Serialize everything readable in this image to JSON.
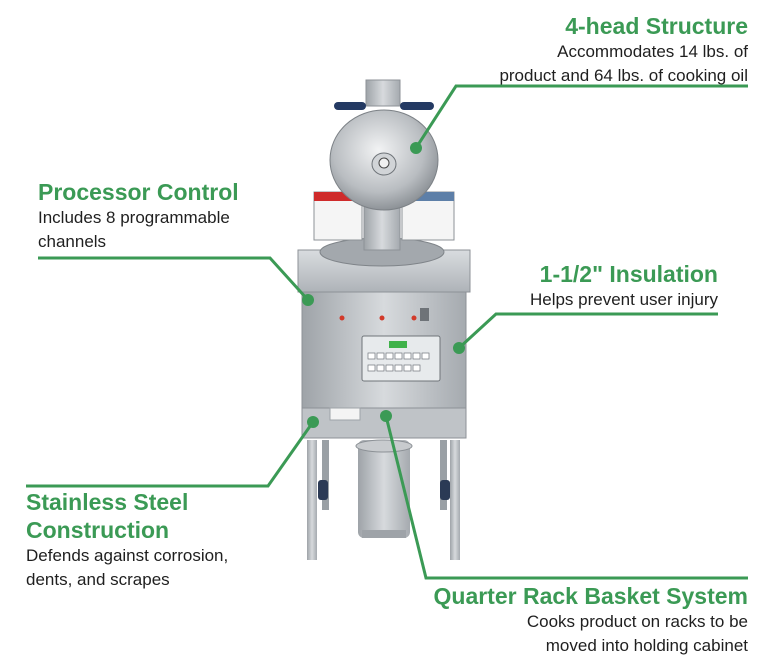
{
  "features": {
    "structure": {
      "title": "4-head Structure",
      "desc_line1": "Accommodates 14 lbs. of",
      "desc_line2": "product and 64 lbs. of cooking oil"
    },
    "processor": {
      "title": "Processor Control",
      "desc_line1": "Includes 8 programmable",
      "desc_line2": "channels"
    },
    "insulation": {
      "title": "1-1/2\" Insulation",
      "desc_line1": "Helps prevent user injury"
    },
    "steel": {
      "title_line1": "Stainless Steel",
      "title_line2": "Construction",
      "desc_line1": "Defends against corrosion,",
      "desc_line2": "dents, and scrapes"
    },
    "basket": {
      "title": "Quarter Rack Basket System",
      "desc_line1": "Cooks product on racks to be",
      "desc_line2": "moved into holding cabinet"
    }
  },
  "colors": {
    "accent": "#3b9a55",
    "text": "#1f1f1f",
    "steel": "#b8bcc0"
  }
}
